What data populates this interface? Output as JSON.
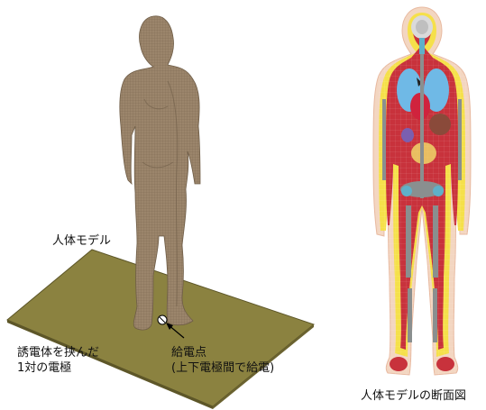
{
  "labels": {
    "human_model": "人体モデル",
    "electrode_line1": "誘電体を挟んだ",
    "electrode_line2": "1対の電極",
    "feed_line1": "給電点",
    "feed_line2": "(上下電極間で給電)",
    "cross_section": "人体モデルの断面図"
  },
  "colors": {
    "plate": "#8b8240",
    "plate_edge": "#5d5628",
    "body_voxel": "#9b856b",
    "body_shadow": "#6f5d47",
    "skin": "#f3d6c1",
    "fat": "#f5e04a",
    "muscle": "#c8323c",
    "bone": "#8a8f8f",
    "lung": "#6fb9e6",
    "heart": "#d0233d",
    "brain": "#dadada"
  },
  "icons": {
    "feed_point": "feed-point-marker",
    "arrow": "arrow-pointer"
  }
}
